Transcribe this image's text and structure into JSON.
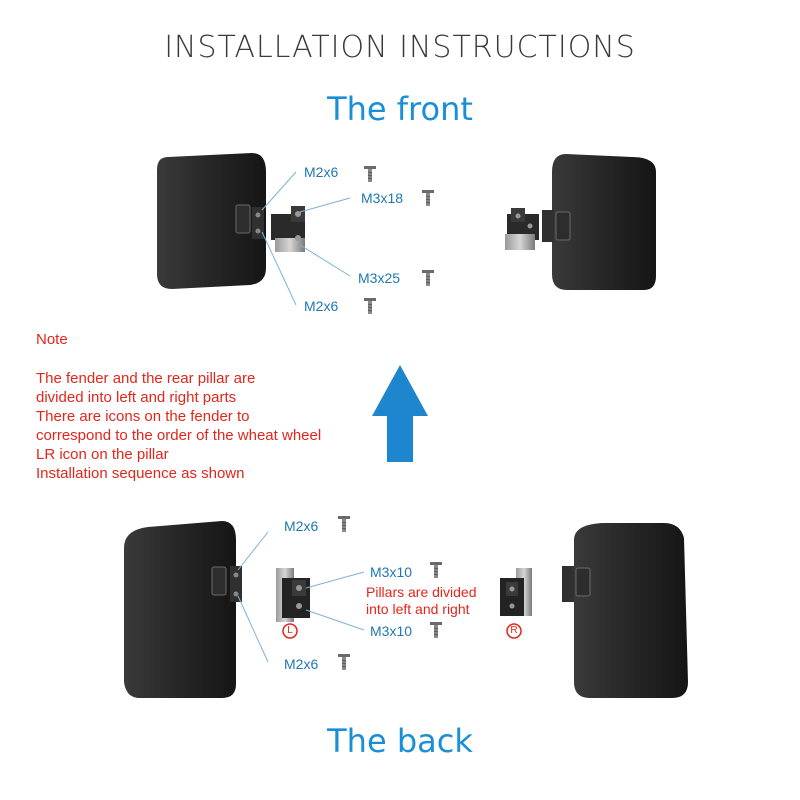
{
  "title": "INSTALLATION INSTRUCTIONS",
  "front": {
    "heading": "The front",
    "labels": {
      "top_m2": "M2x6",
      "m3x18": "M3x18",
      "m3x25": "M3x25",
      "bottom_m2": "M2x6"
    }
  },
  "note": {
    "heading": "Note",
    "lines": [
      "The fender and the rear pillar are",
      "divided into left and right parts",
      "There are icons on the fender to",
      "correspond to the order of the wheat wheel",
      "LR icon on the pillar",
      "Installation sequence as shown"
    ]
  },
  "back": {
    "heading": "The back",
    "labels": {
      "top_m2": "M2x6",
      "m3x10_top": "M3x10",
      "m3x10_bottom": "M3x10",
      "bottom_m2": "M2x6"
    },
    "pillar_note": [
      "Pillars are divided",
      "into left and right"
    ],
    "left_marker": "L",
    "right_marker": "R"
  },
  "colors": {
    "label_blue": "#1f78b4",
    "heading_blue": "#1a8fd8",
    "note_red": "#e3261b",
    "arrow_blue": "#1d86cf",
    "fender": "#232323"
  },
  "icons": {
    "screw": "screw-icon",
    "arrow": "up-arrow-icon"
  }
}
